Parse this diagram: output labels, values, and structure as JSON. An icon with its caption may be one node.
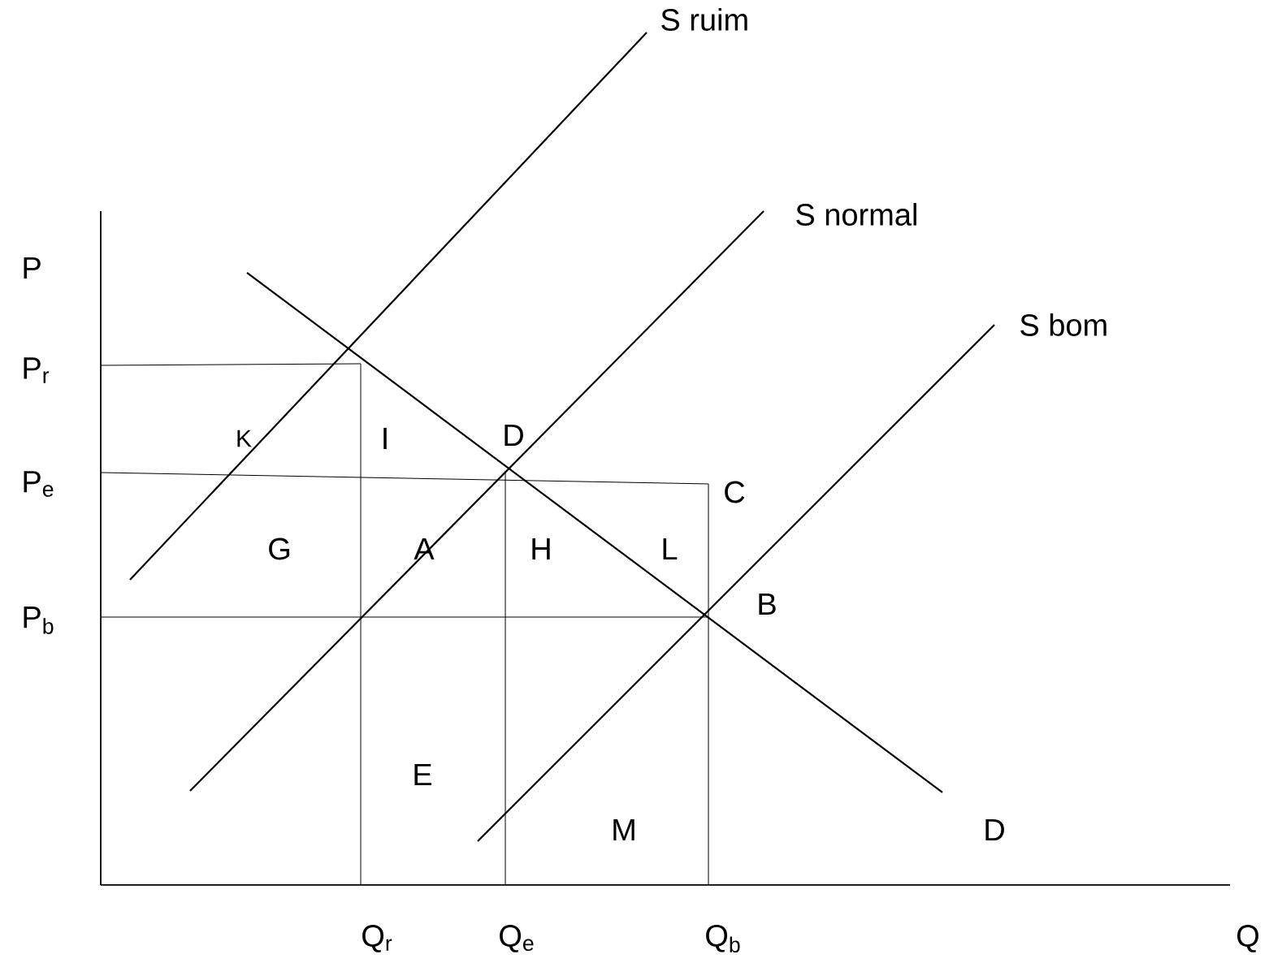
{
  "diagram": {
    "labels": [
      "S ruim",
      "S normal",
      "P",
      "S bom",
      "P$_{r}$",
      "K",
      "I",
      "D",
      "P$_{e}$",
      "C",
      "G",
      "A",
      "H",
      "L",
      "P$_{b}$",
      "B",
      "E",
      "M",
      "D",
      "Q$_{r}$",
      "Q$_{e}$",
      "Q$_{b}$",
      "Q"
    ]
  }
}
